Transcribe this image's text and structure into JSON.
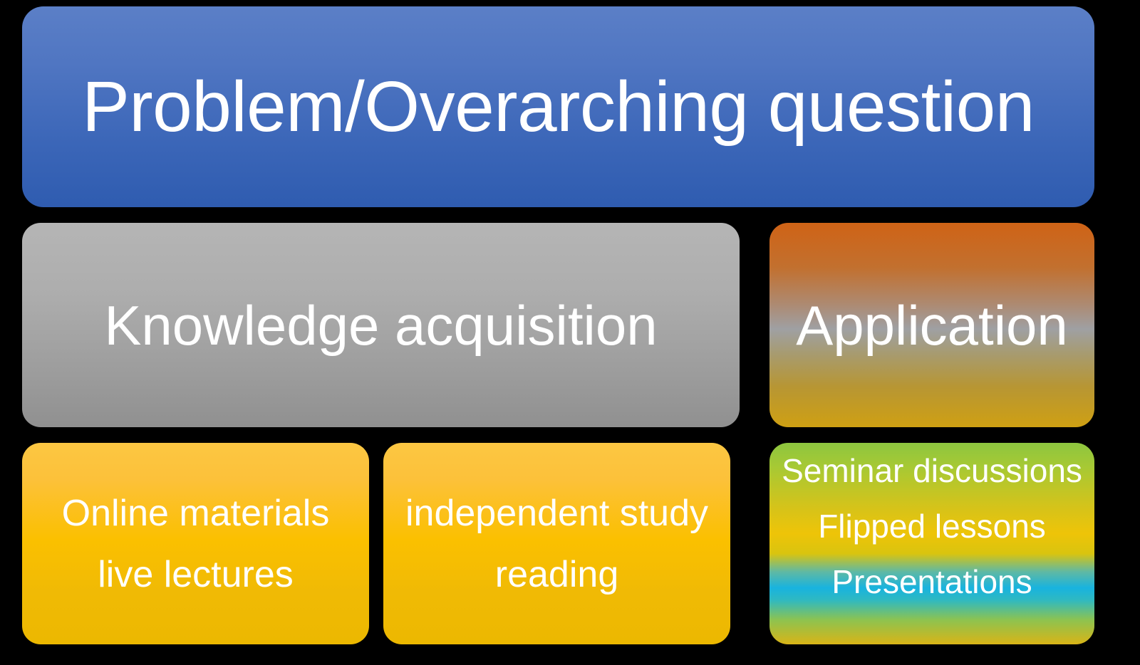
{
  "slide": {
    "background_color": "#000000",
    "text_color": "#ffffff"
  },
  "header": {
    "title": "Problem/Overarching question",
    "color": "#3b66b8"
  },
  "columns": {
    "knowledge": {
      "heading": "Knowledge acquisition",
      "color": "#a6a6a6",
      "cards": [
        {
          "name": "online-materials-card",
          "color": "#fbc000",
          "lines": [
            "Online materials",
            "live lectures"
          ]
        },
        {
          "name": "independent-study-card",
          "color": "#fbc000",
          "lines": [
            "independent study",
            "reading"
          ]
        }
      ]
    },
    "application": {
      "heading": "Application",
      "color": "#cf6316",
      "cards": [
        {
          "name": "activities-card",
          "color": "#8dc63f",
          "lines": [
            "Seminar discussions",
            "Flipped lessons",
            "Presentations"
          ]
        }
      ]
    }
  }
}
